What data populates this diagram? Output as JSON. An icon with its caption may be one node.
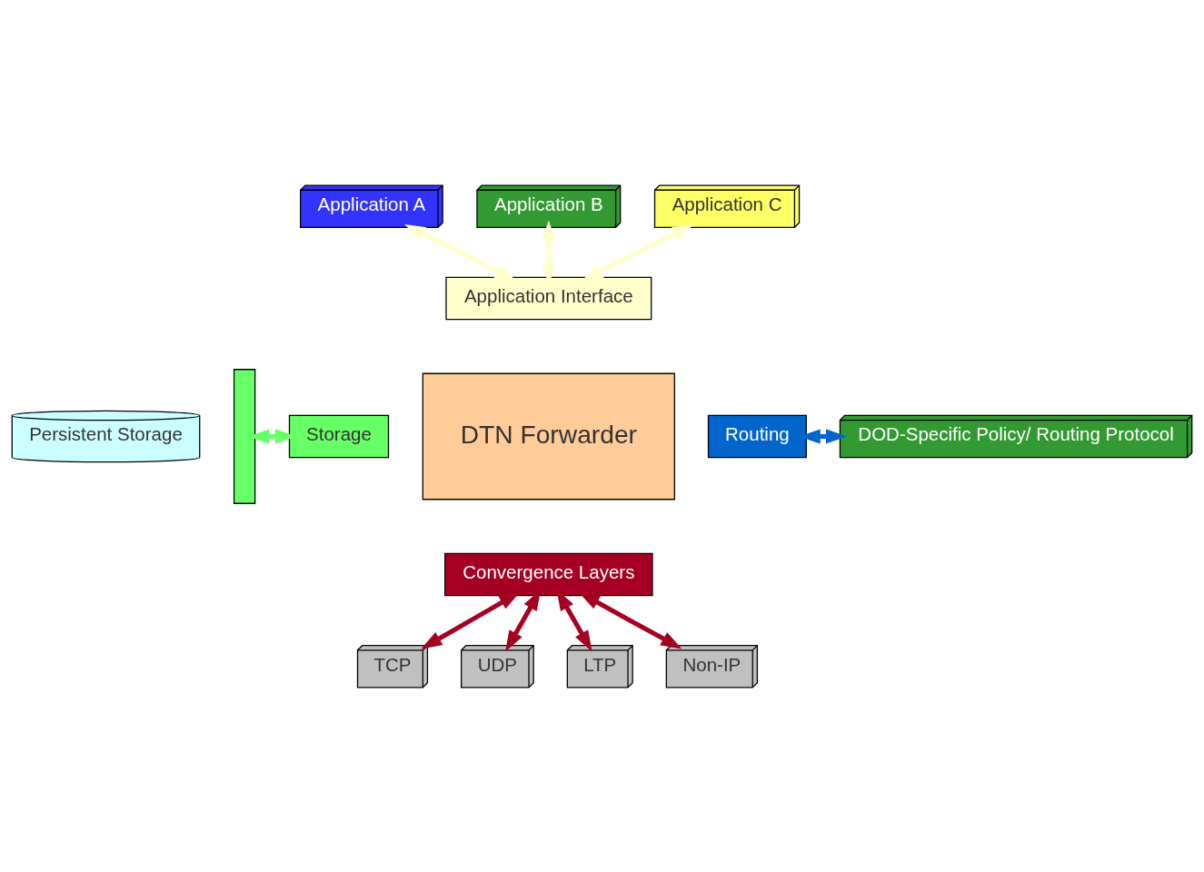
{
  "diagram": {
    "nodes": [
      {
        "text": [
          "Application A"
        ]
      },
      {
        "text": [
          "Application B"
        ]
      },
      {
        "text": [
          "Application C"
        ]
      },
      {
        "text": [
          "Application Interface"
        ]
      },
      {
        "text": [
          "Storage"
        ]
      },
      {
        "text": [
          "DTN Forwarder"
        ]
      },
      {
        "text": [
          "Routing"
        ]
      },
      {
        "text": [
          "Convergence Layers"
        ]
      },
      {
        "text": [
          "Persistent Storage"
        ]
      },
      {
        "text": [],
        "shape": "bar"
      },
      {
        "text": [
          "DOD-Specific Policy/ Routing Protocol"
        ]
      },
      {
        "text": [
          "TCP"
        ]
      },
      {
        "text": [
          "UDP"
        ]
      },
      {
        "text": [
          "LTP"
        ]
      },
      {
        "text": [
          "Non-IP"
        ]
      }
    ],
    "edges": [
      {
        "from": 0,
        "to": 3,
        "arrow": "both",
        "color": "#ffffcc"
      },
      {
        "from": 1,
        "to": 3,
        "arrow": "both",
        "color": "#ffffcc"
      },
      {
        "from": 2,
        "to": 3,
        "arrow": "both",
        "color": "#ffffcc"
      },
      {
        "from": 9,
        "to": 4,
        "arrow": "both",
        "color": "#66ff66"
      },
      {
        "from": 6,
        "to": 10,
        "arrow": "both",
        "color": "#0066cc"
      },
      {
        "from": 7,
        "to": 11,
        "arrow": "both",
        "color": "#a50021"
      },
      {
        "from": 7,
        "to": 12,
        "arrow": "both",
        "color": "#a50021"
      },
      {
        "from": 7,
        "to": 13,
        "arrow": "both",
        "color": "#a50021"
      },
      {
        "from": 7,
        "to": 14,
        "arrow": "both",
        "color": "#a50021"
      }
    ]
  }
}
